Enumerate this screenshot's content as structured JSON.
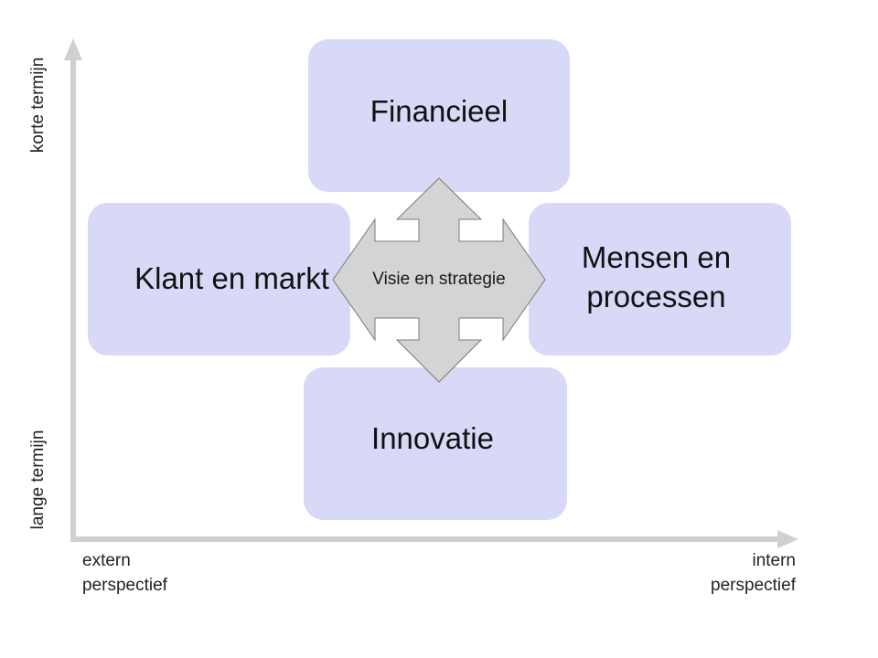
{
  "diagram": {
    "boxes": {
      "financieel": "Financieel",
      "klant_en_markt": "Klant en markt",
      "mensen_en_processen": "Mensen en\nprocessen",
      "innovatie": "Innovatie"
    },
    "center_label": "Visie en strategie",
    "y_axis": {
      "top_label": "korte termijn",
      "bottom_label": "lange termijn"
    },
    "x_axis": {
      "left_label": "extern\nperspectief",
      "right_label": "intern\nperspectief"
    },
    "colors": {
      "box_fill": "#d8d8f7",
      "arrow_fill": "#d4d4d4",
      "axis_color": "#d0d0d0"
    }
  }
}
